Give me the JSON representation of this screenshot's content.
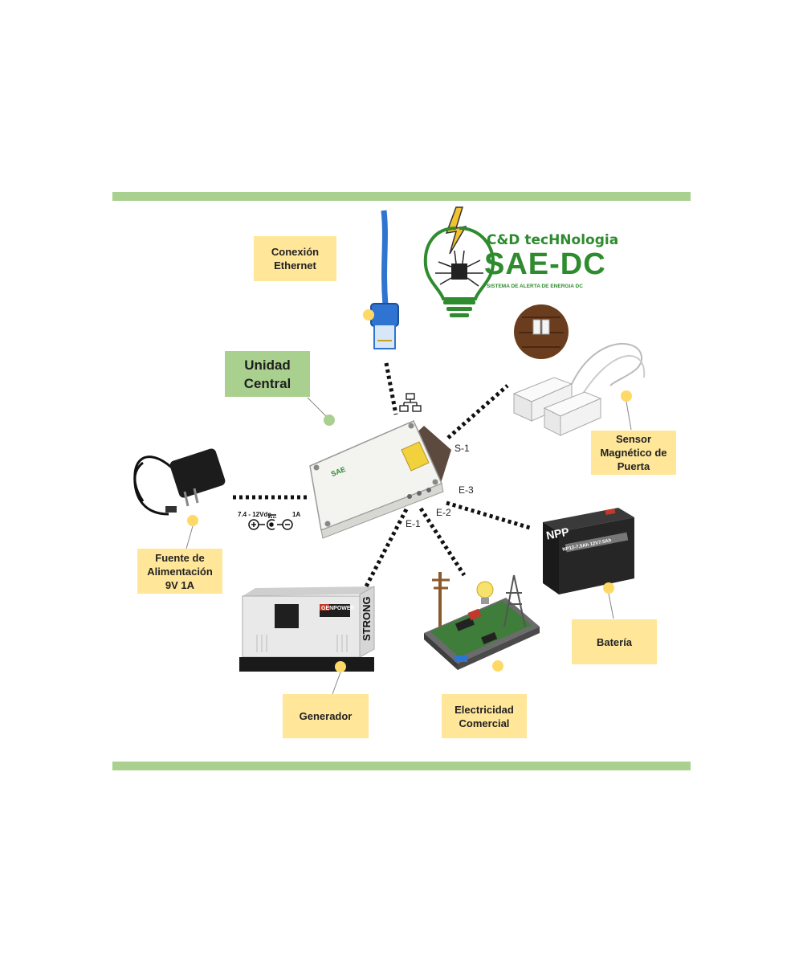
{
  "logo": {
    "brand": "C&D tecHNologia",
    "product": "SAE-DC",
    "tagline": "SISTEMA DE ALERTA DE ENERGIA DC"
  },
  "central": {
    "label": "Unidad\nCentral",
    "box_label": "SAE"
  },
  "components": {
    "ethernet": "Conexión\nEthernet",
    "sensor": "Sensor\nMagnético de\nPuerta",
    "power": "Fuente de\nAlimentación\n9V 1A",
    "battery": "Batería",
    "generator": "Generador",
    "grid": "Electricidad\nComercial"
  },
  "ports": {
    "s1": "S-1",
    "e1": "E-1",
    "e2": "E-2",
    "e3": "E-3"
  },
  "power_spec": {
    "voltage": "7.4 - 12Vdc",
    "current": "1A"
  },
  "device_text": {
    "generator_brand": "GENPOWER",
    "generator_model": "STRONG",
    "battery_brand": "NPP",
    "battery_model": "NP12-7.5Ah 12V7.5Ah"
  },
  "colors": {
    "bar": "#a9d08e",
    "label": "#ffe699",
    "dot": "#ffd966",
    "logo_green": "#2e8b2e",
    "cable_blue": "#2f74d0"
  }
}
